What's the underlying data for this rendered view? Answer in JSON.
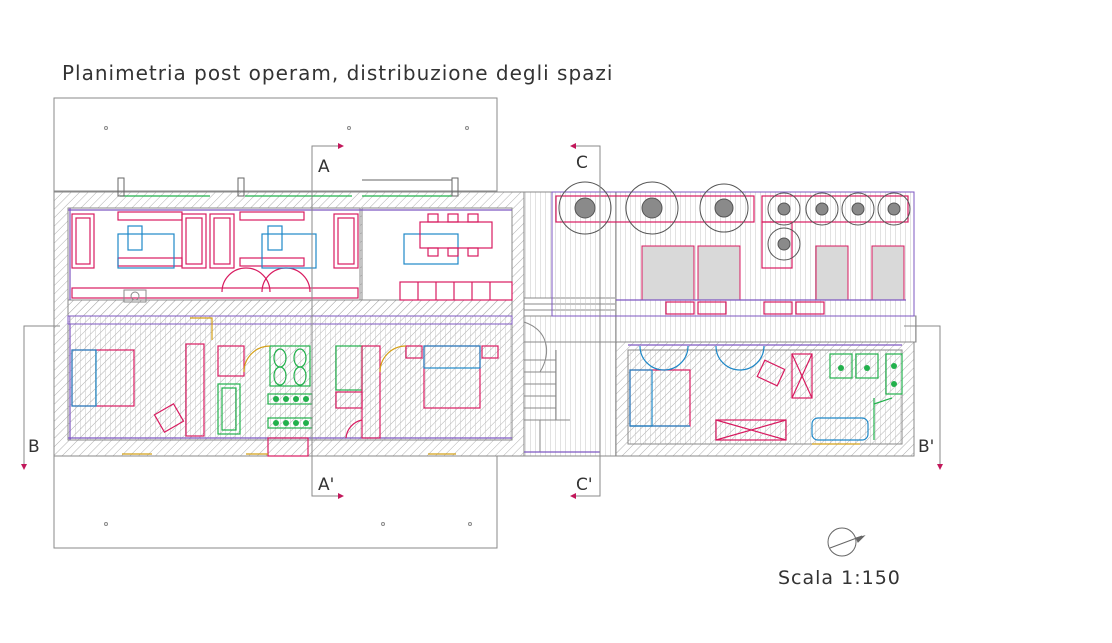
{
  "title": "Planimetria post operam, distribuzione degli spazi",
  "scale": "Scala 1:150",
  "sections": {
    "a_top": "A",
    "a_bottom": "A'",
    "b_left": "B",
    "b_right": "B'",
    "c_top": "C",
    "c_bottom": "C'"
  },
  "colors": {
    "wall_outline": "#8a8a8a",
    "hatch": "#b9b9b9",
    "furniture_magenta": "#d81b60",
    "furniture_cyan": "#1e88c8",
    "fixtures_green": "#22b14c",
    "door_orange": "#d4a017",
    "partition_purple": "#7e57c2",
    "panel_grey": "#d9d9d9",
    "text": "#333333"
  },
  "icons": [
    "north-arrow-icon",
    "tree-icon"
  ]
}
